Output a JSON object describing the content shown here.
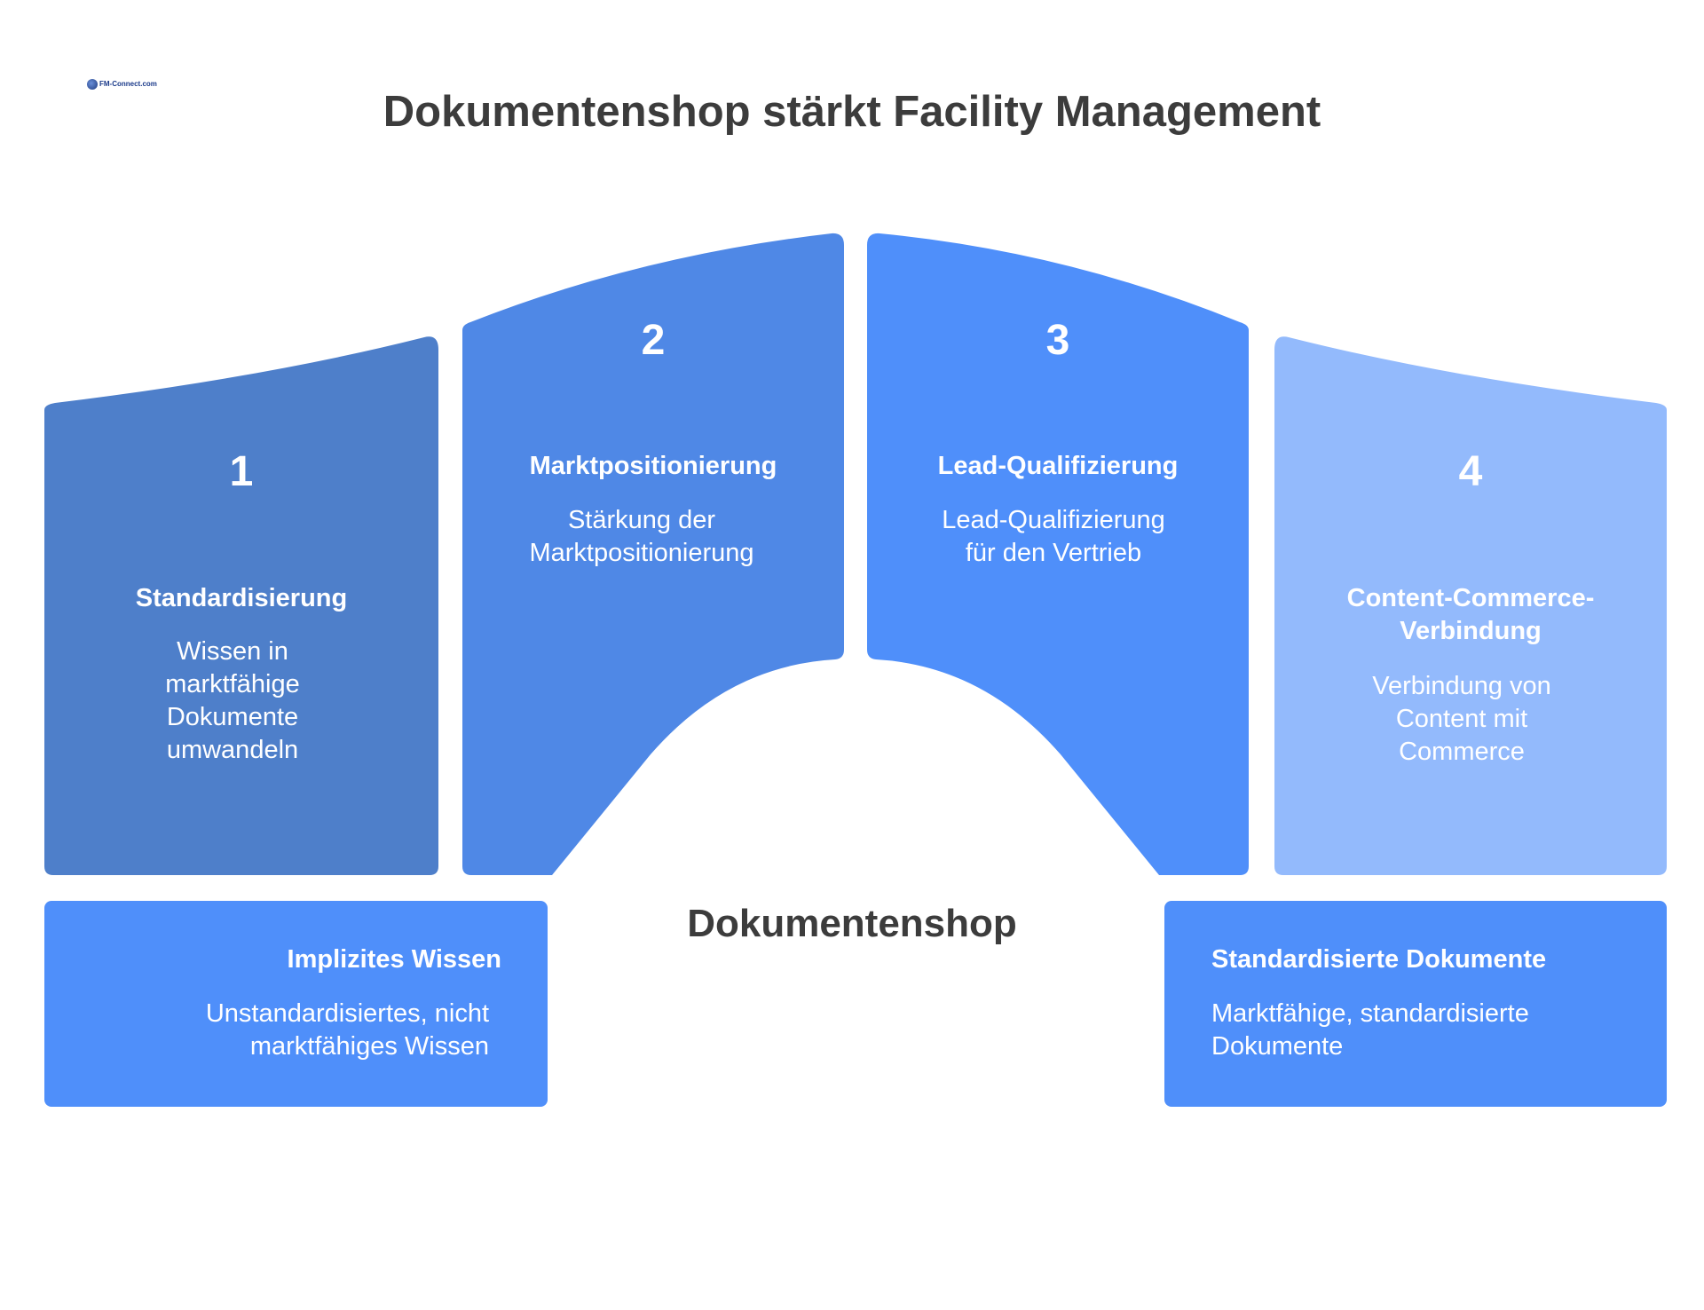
{
  "logo": {
    "text": "FM-Connect.com",
    "icon": "globe-logo-icon"
  },
  "title": "Dokumentenshop stärkt Facility Management",
  "colors": {
    "pillar1": "#4e7fca",
    "pillar2": "#4f88e6",
    "pillar3": "#4f8ffa",
    "pillar4": "#93bafc",
    "box": "#4f8ffa",
    "text_dark": "#3c3c3c"
  },
  "pillars": [
    {
      "number": "1",
      "heading": "Standardisierung",
      "desc": "Wissen in marktfähige Dokumente umwandeln"
    },
    {
      "number": "2",
      "heading": "Marktpositionierung",
      "desc": "Stärkung der Marktpositionierung"
    },
    {
      "number": "3",
      "heading": "Lead-Qualifizierung",
      "desc": "Lead-Qualifizierung für den Vertrieb"
    },
    {
      "number": "4",
      "heading": "Content-Commerce-Verbindung",
      "desc": "Verbindung von Content mit Commerce"
    }
  ],
  "center_label": "Dokumentenshop",
  "boxes": [
    {
      "heading": "Implizites Wissen",
      "desc": "Unstandardisiertes, nicht marktfähiges Wissen"
    },
    {
      "heading": "Standardisierte Dokumente",
      "desc": "Marktfähige, standardisierte Dokumente"
    }
  ]
}
